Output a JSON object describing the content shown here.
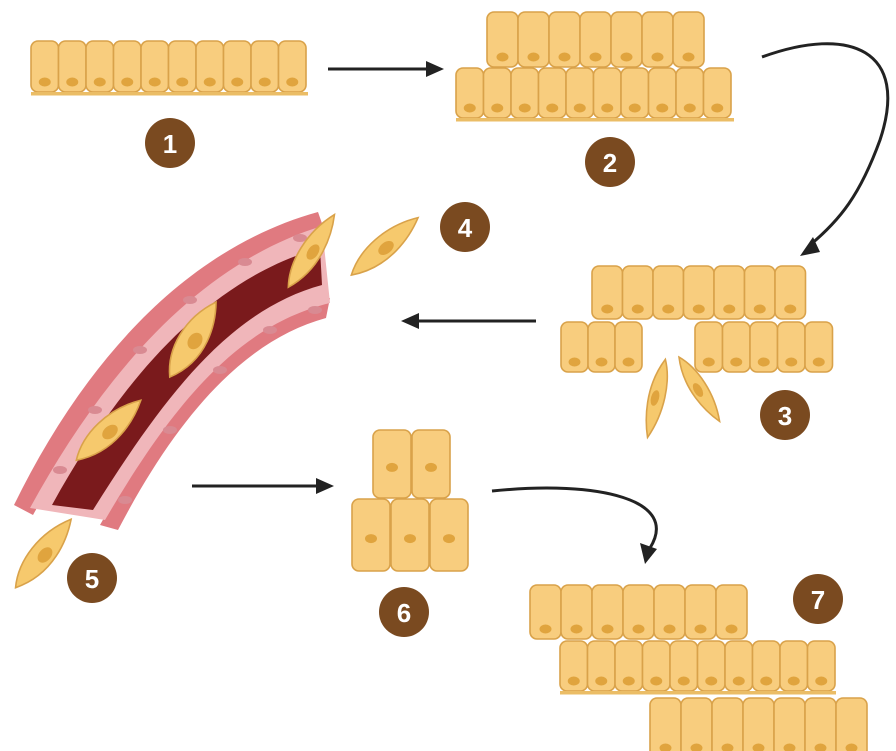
{
  "steps": [
    {
      "label": "1"
    },
    {
      "label": "2"
    },
    {
      "label": "3"
    },
    {
      "label": "4"
    },
    {
      "label": "5"
    },
    {
      "label": "6"
    },
    {
      "label": "7"
    }
  ],
  "colors": {
    "epithelial_cell": "#f8cd7e",
    "cell_outline": "#d9a24a",
    "nucleus": "#e0a43e",
    "vessel_outer": "#e07a80",
    "vessel_lumen": "#7a1a1c",
    "badge": "#7a4a20",
    "arrow": "#222222"
  },
  "icons": [
    "epithelial-cell-icon",
    "migratory-cell-icon",
    "blood-vessel-icon",
    "arrow-icon"
  ]
}
